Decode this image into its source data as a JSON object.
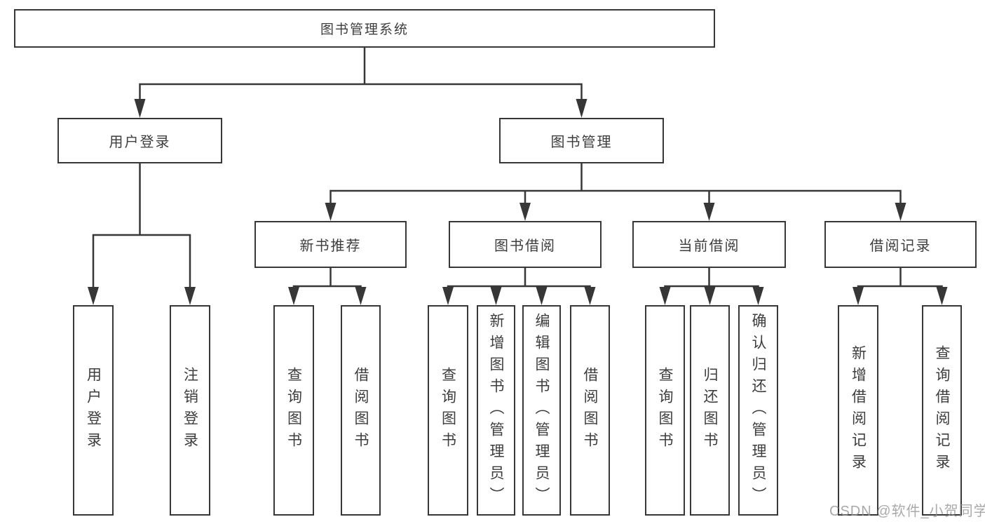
{
  "diagram": {
    "root": "图书管理系统",
    "branches": [
      {
        "label": "用户登录",
        "leaves": [
          "用户登录",
          "注销登录"
        ]
      },
      {
        "label": "图书管理",
        "children": [
          {
            "label": "新书推荐",
            "leaves": [
              "查询图书",
              "借阅图书"
            ]
          },
          {
            "label": "图书借阅",
            "leaves": [
              "查询图书",
              "新增图书（管理员）",
              "编辑图书（管理员）",
              "借阅图书"
            ]
          },
          {
            "label": "当前借阅",
            "leaves": [
              "查询图书",
              "归还图书",
              "确认归还（管理员）"
            ]
          },
          {
            "label": "借阅记录",
            "leaves": [
              "新增借阅记录",
              "查询借阅记录"
            ]
          }
        ]
      }
    ]
  },
  "watermark": {
    "text": "CSDN @软件_小贺同学"
  },
  "colors": {
    "line": "#373737",
    "node_border": "#373737",
    "text": "#3d3d3d",
    "watermark": "#949494",
    "background": "#ffffff"
  }
}
